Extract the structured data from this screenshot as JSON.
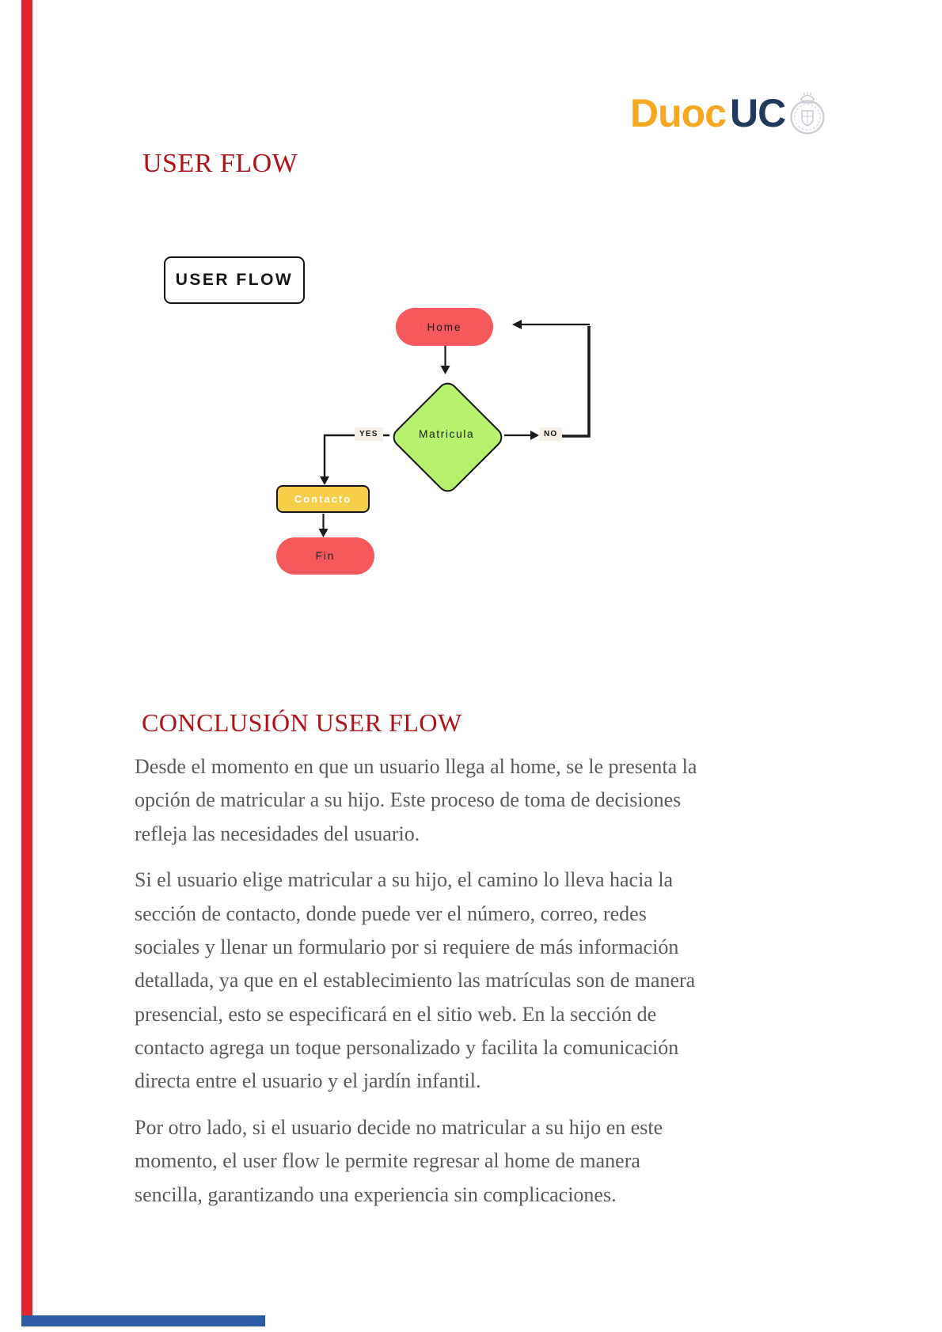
{
  "logo": {
    "brand": "Duoc",
    "brand_suffix": "UC",
    "emblem": "uc-crest-icon",
    "brand_color": "#F7A823",
    "suffix_color": "#1F3A5C"
  },
  "page_title": "USER FLOW",
  "diagram": {
    "title_box_label": "USER FLOW",
    "nodes": {
      "home": {
        "label": "Home",
        "type": "start",
        "color": "#F5595B"
      },
      "matricula": {
        "label": "Matricula",
        "type": "decision",
        "color": "#B6F26E"
      },
      "contacto": {
        "label": "Contacto",
        "type": "process",
        "color": "#F7CE49"
      },
      "fin": {
        "label": "Fin",
        "type": "end",
        "color": "#F5595B"
      }
    },
    "edges": {
      "yes_label": "YES",
      "no_label": "NO",
      "connections": [
        "Home → Matricula",
        "Matricula — YES → Contacto",
        "Contacto → Fin",
        "Matricula — NO → Home"
      ]
    }
  },
  "conclusion": {
    "heading": "CONCLUSIÓN USER FLOW",
    "paragraphs": [
      "Desde el momento en que un usuario llega al home, se le presenta la\nopción de matricular a su hijo. Este proceso de toma de decisiones\nrefleja las necesidades del usuario.",
      "Si el usuario elige matricular a su hijo, el camino lo lleva hacia la\nsección de contacto, donde puede ver el número, correo, redes\nsociales y llenar un formulario por si requiere de más información\ndetallada, ya que en el establecimiento las matrículas son de manera\npresencial, esto se especificará en el sitio web. En la sección de\ncontacto agrega un toque personalizado y facilita la comunicación\ndirecta entre el usuario y el jardín infantil.",
      "Por otro lado, si el usuario decide no matricular a su hijo en este\nmomento, el user flow le permite regresar al home de manera\nsencilla, garantizando una experiencia sin complicaciones."
    ]
  },
  "theme": {
    "left_bar_color": "#E2262B",
    "bottom_bar_color": "#2C5CA8",
    "heading_color": "#B01217",
    "body_text_color": "#595959",
    "line_color": "#1A1A1A"
  }
}
